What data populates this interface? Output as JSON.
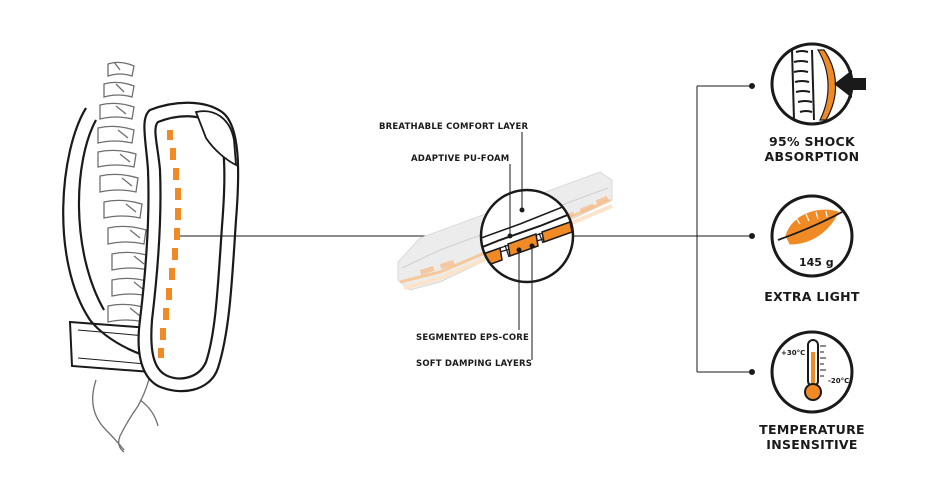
{
  "callouts": {
    "comfort": "BREATHABLE COMFORT LAYER",
    "pufoam": "ADAPTIVE PU-FOAM",
    "eps": "SEGMENTED EPS-CORE",
    "damping": "SOFT DAMPING LAYERS"
  },
  "features": [
    {
      "line1": "95% SHOCK",
      "line2": "ABSORPTION"
    },
    {
      "line1": "EXTRA LIGHT",
      "line2": ""
    },
    {
      "line1": "TEMPERATURE",
      "line2": "INSENSITIVE"
    }
  ],
  "icons": {
    "weight": "145 g",
    "temp_high": "+30°C",
    "temp_low": "-20°C"
  },
  "colors": {
    "accent": "#f08a24",
    "line": "#1a1a1a",
    "ghost": "#d9d9d9"
  }
}
